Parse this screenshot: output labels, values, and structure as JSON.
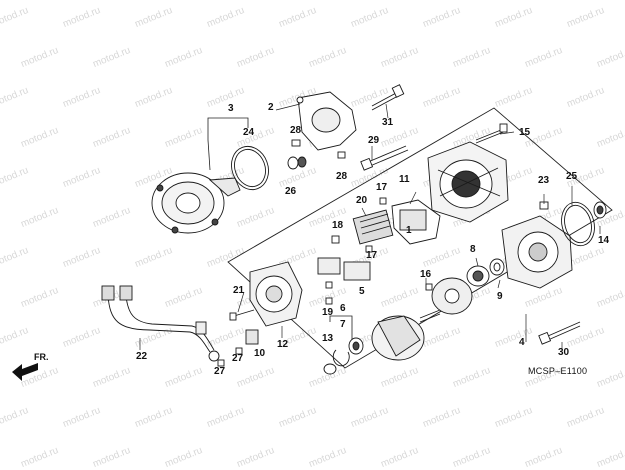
{
  "watermark_text": "motod.ru",
  "diagram_code": "MCSP–E1100",
  "direction_label": "FR.",
  "callouts": [
    "1",
    "2",
    "3",
    "4",
    "5",
    "6",
    "7",
    "8",
    "9",
    "10",
    "11",
    "12",
    "13",
    "14",
    "15",
    "16",
    "17",
    "17",
    "18",
    "19",
    "20",
    "21",
    "22",
    "23",
    "24",
    "25",
    "26",
    "27",
    "27",
    "28",
    "28",
    "29",
    "30",
    "31"
  ]
}
